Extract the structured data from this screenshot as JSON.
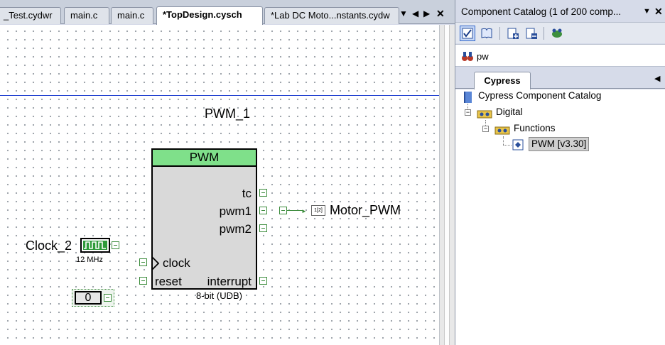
{
  "editor": {
    "tabs": [
      {
        "label": "_Test.cydwr",
        "active": false
      },
      {
        "label": "main.c",
        "active": false
      },
      {
        "label": "main.c",
        "active": false
      },
      {
        "label": "*TopDesign.cysch",
        "active": true
      },
      {
        "label": "*Lab DC Moto...nstants.cydw",
        "active": false
      }
    ],
    "controls": {
      "menu": "▼",
      "prev": "◀",
      "next": "▶",
      "close": "✕"
    }
  },
  "schematic": {
    "pwm": {
      "instance_name": "PWM_1",
      "type_label": "PWM",
      "pins": {
        "tc": "tc",
        "pwm1": "pwm1",
        "pwm2": "pwm2",
        "clock": "clock",
        "reset": "reset",
        "interrupt": "interrupt"
      },
      "footer": "8-bit (UDB)"
    },
    "clock": {
      "name": "Clock_2",
      "frequency": "12 MHz"
    },
    "constant": {
      "value": "0"
    },
    "output_port": {
      "name": "Motor_PWM",
      "port_label": "1[2]"
    }
  },
  "catalog": {
    "title": "Component Catalog (1 of 200 comp...",
    "pin_icon": "▼",
    "close_icon": "✕",
    "search": {
      "value": "pw",
      "placeholder": ""
    },
    "tab": "Cypress",
    "tab_arrow": "◀",
    "tree": {
      "root": "Cypress Component Catalog",
      "digital": "Digital",
      "functions": "Functions",
      "pwm": "PWM [v3.30]"
    }
  },
  "colors": {
    "accent": "#1f3fd0",
    "component_header": "#7fe08a",
    "wire": "#3c8c3c",
    "clock_fill": "#2f9a3a"
  }
}
